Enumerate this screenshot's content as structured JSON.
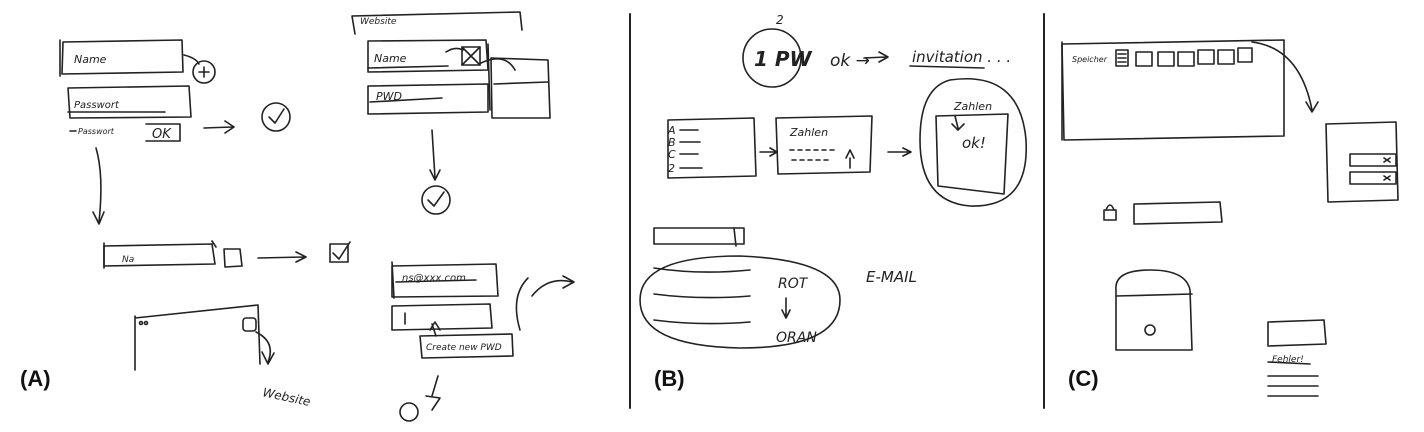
{
  "panels": [
    {
      "label": "(A)",
      "sketch_texts": {
        "name_field": "Name",
        "password_field": "Passwort",
        "forgot_password": "Passwort",
        "ok_button": "OK",
        "short_field": "Na",
        "website_title": "Website",
        "name_field_2": "Name",
        "pwd_field": "PWD",
        "email_field": "ns@xxx.com",
        "create_password": "Create new PWD",
        "website_link": "Website"
      }
    },
    {
      "label": "(B)",
      "sketch_texts": {
        "step_number": "2",
        "one_pw": "1 PW",
        "ok_arrow": "ok →",
        "invitation": "invitation . . .",
        "list_letters": [
          "A",
          "B",
          "C",
          "2"
        ],
        "numbers_screen": "Zahlen",
        "ok_popup_title": "Zahlen",
        "ok_popup": "ok!",
        "rot": "ROT",
        "orange": "ORAN",
        "email": "E-MAIL"
      }
    },
    {
      "label": "(C)",
      "sketch_texts": {
        "speicher": "Speicher",
        "error": "Fehler!"
      }
    }
  ]
}
